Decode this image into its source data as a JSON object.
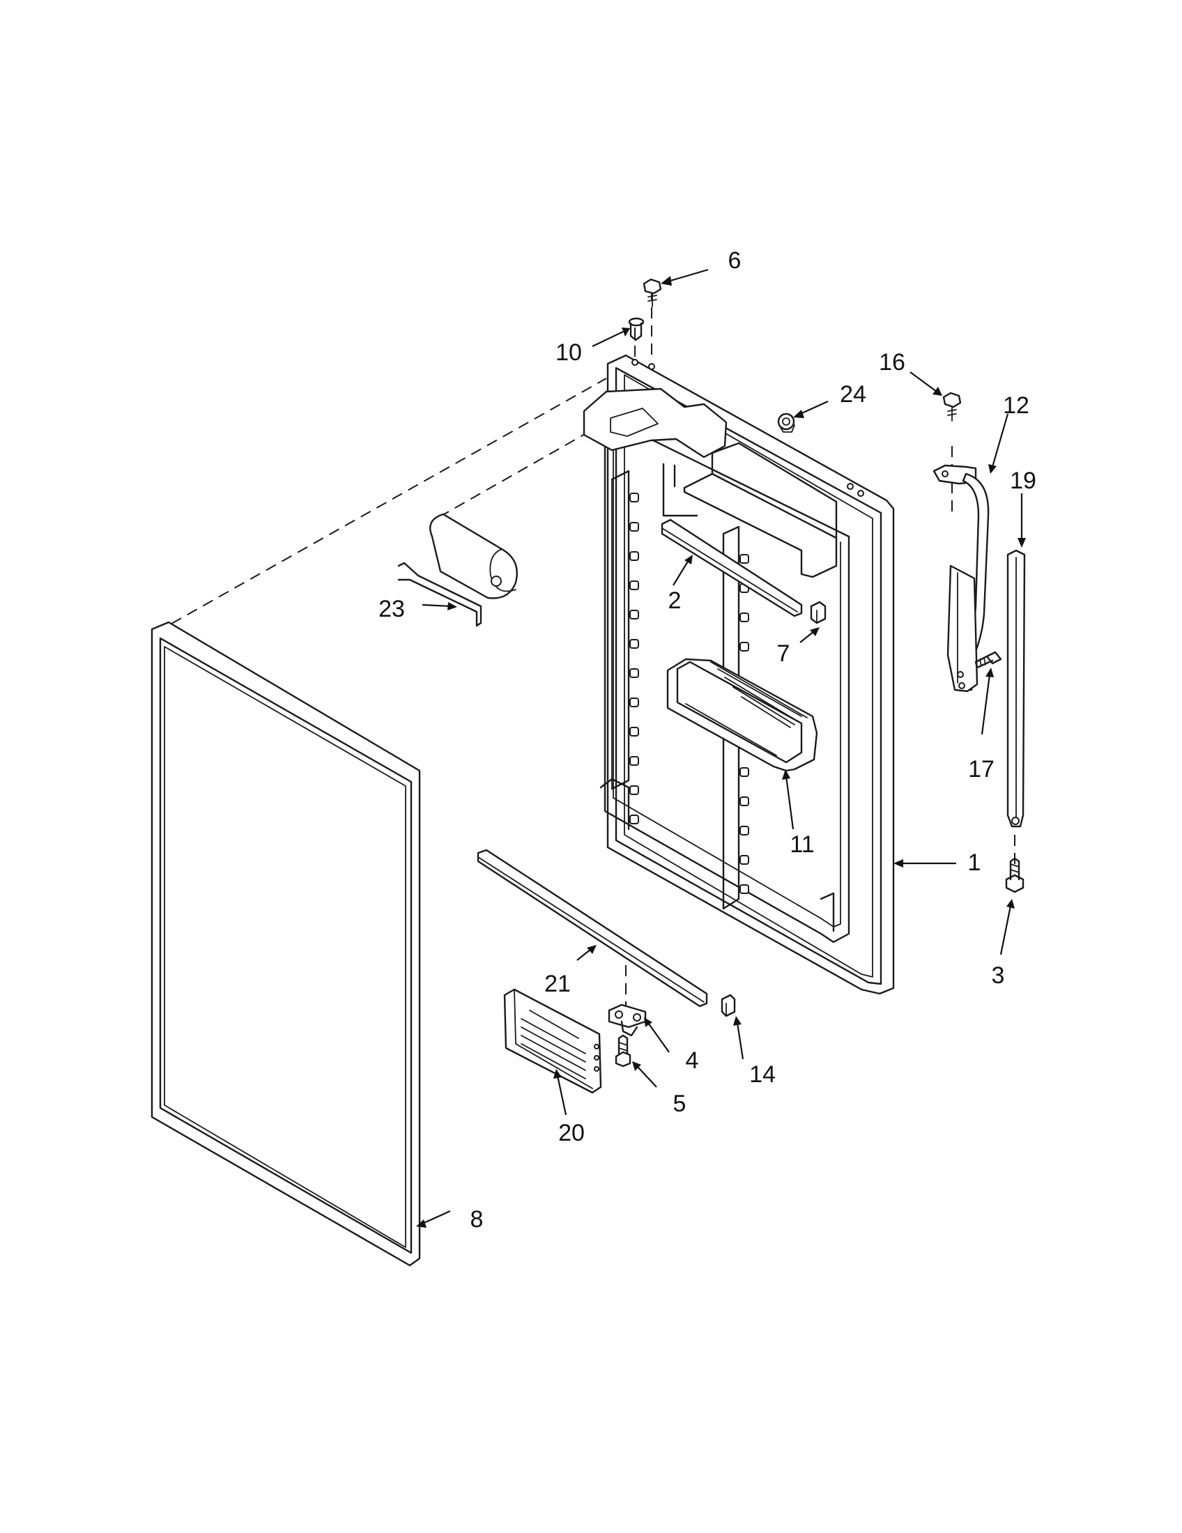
{
  "diagram": {
    "type": "exploded-parts-view",
    "callouts": [
      {
        "id": "c1",
        "label": "1"
      },
      {
        "id": "c2",
        "label": "2"
      },
      {
        "id": "c3",
        "label": "3"
      },
      {
        "id": "c4",
        "label": "4"
      },
      {
        "id": "c5",
        "label": "5"
      },
      {
        "id": "c6",
        "label": "6"
      },
      {
        "id": "c7",
        "label": "7"
      },
      {
        "id": "c8",
        "label": "8"
      },
      {
        "id": "c10",
        "label": "10"
      },
      {
        "id": "c11",
        "label": "11"
      },
      {
        "id": "c12",
        "label": "12"
      },
      {
        "id": "c14",
        "label": "14"
      },
      {
        "id": "c16",
        "label": "16"
      },
      {
        "id": "c17",
        "label": "17"
      },
      {
        "id": "c19",
        "label": "19"
      },
      {
        "id": "c20",
        "label": "20"
      },
      {
        "id": "c21",
        "label": "21"
      },
      {
        "id": "c23",
        "label": "23"
      },
      {
        "id": "c24",
        "label": "24"
      }
    ]
  }
}
